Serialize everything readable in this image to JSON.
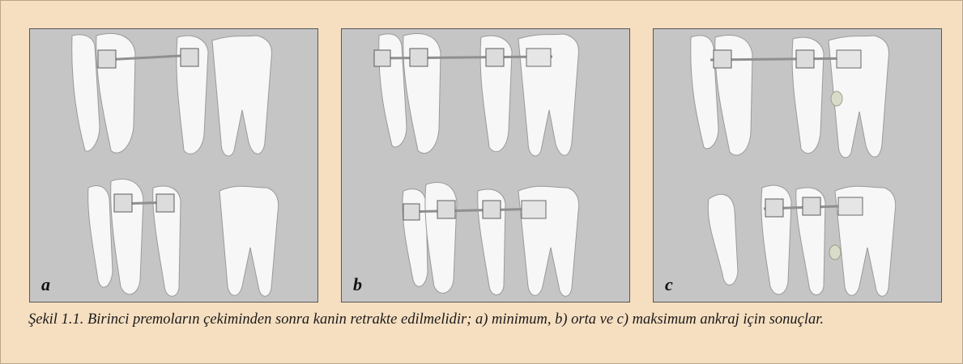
{
  "figure": {
    "panels": [
      {
        "label": "a"
      },
      {
        "label": "b"
      },
      {
        "label": "c"
      }
    ],
    "caption": "Şekil 1.1. Birinci premoların çekiminden sonra kanin retrakte edilmelidir; a) minimum, b) orta ve c) maksimum ankraj için sonuçlar.",
    "colors": {
      "frame_background": "#f6dfc1",
      "panel_background": "#c5c5c5",
      "tooth": "#f7f7f7",
      "wire": "#8f8f8f"
    }
  }
}
